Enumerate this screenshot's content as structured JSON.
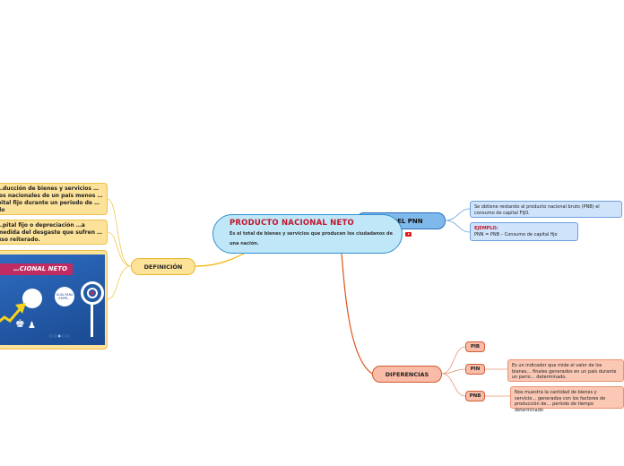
{
  "central": {
    "title": "PRODUCTO NACIONAL NETO",
    "description": "Es el total de bienes y servicios que producen los ciudadanos de una nación."
  },
  "definicion": {
    "label": "DEFINICIÓN",
    "box1": "…ducción de bienes y servicios … los nacionales de un país menos …pital fijo durante un periodo de …do",
    "box2": "…pital fijo o depreciación …a medida del desgaste que sufren …uso reiterado.",
    "image_title": "…CIONAL NETO",
    "image_badge": "GUÍA PARA EMPR…"
  },
  "obtencion": {
    "label": "…N DEL PNN",
    "box1": "Se obtiene restando al producto nacional bruto (PNB) el consumo de capital FIJO.",
    "ejemplo_label": "EJEMPLO:",
    "ejemplo_formula": "PNN = PNB – Consumo de capital fijo",
    "video_icon": "youtube-icon"
  },
  "diferencias": {
    "label": "DIFERENCIAS",
    "items": [
      {
        "label": "PIB",
        "text": ""
      },
      {
        "label": "PIN",
        "text": "Es un indicador que mide el valor de los bienes… finales generados en un país durante un perio… determinado."
      },
      {
        "label": "PNB",
        "text": "Nos muestra la cantidad de bienes y servicio… generados con los factores de producción de… período de tiempo determinado"
      }
    ]
  },
  "colors": {
    "central_fill": "#bfe7f7",
    "definicion_fill": "#fde29a",
    "obtencion_fill": "#7fb8ea",
    "diferencias_fill": "#f8bca8",
    "accent_red": "#c0162c"
  }
}
